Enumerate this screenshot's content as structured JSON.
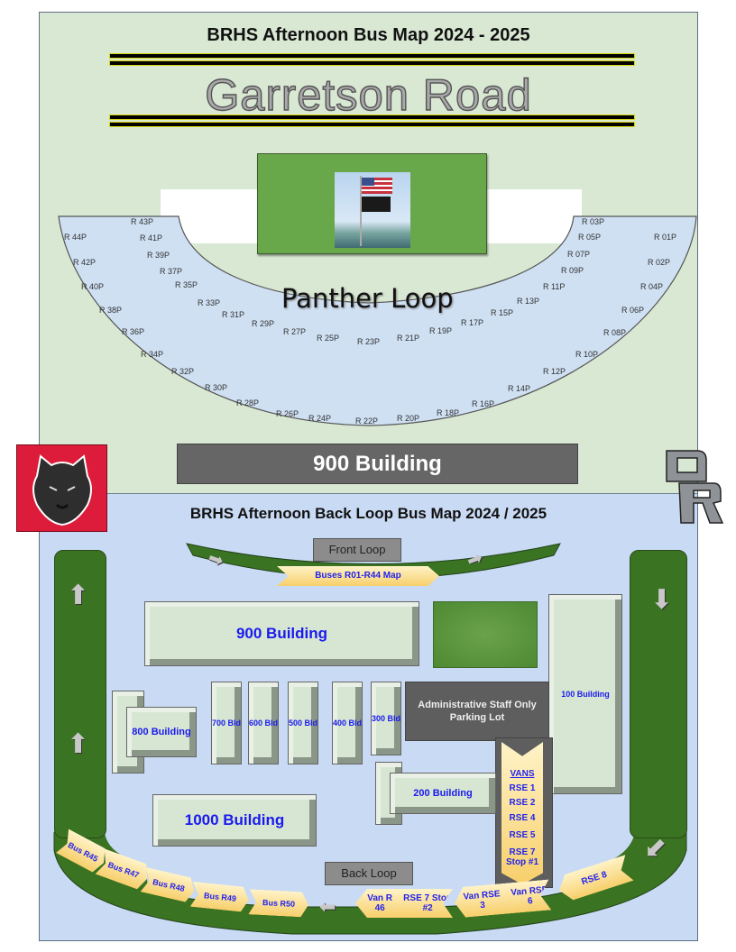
{
  "top_map": {
    "title": "BRHS Afternoon Bus Map 2024 - 2025",
    "road_name": "Garretson Road",
    "loop_name": "Panther Loop",
    "flag_image": "flag-pole-photo",
    "building_label": "900 Building",
    "outer_stops_left": [
      "R 44P",
      "R 42P",
      "R 40P",
      "R 38P",
      "R 36P",
      "R 34P",
      "R 32P",
      "R 30P",
      "R 28P",
      "R 26P",
      "R 24P",
      "R 22P"
    ],
    "inner_stops_left": [
      "R 43P",
      "R 41P",
      "R 39P",
      "R 37P",
      "R 35P",
      "R 33P",
      "R 31P",
      "R 29P",
      "R 27P",
      "R 25P",
      "R 23P"
    ],
    "inner_stops_right": [
      "R 21P",
      "R 19P",
      "R 17P",
      "R 15P",
      "R 13P",
      "R 11P",
      "R 09P",
      "R 07P",
      "R 05P",
      "R 03P"
    ],
    "outer_stops_right": [
      "R 20P",
      "R 18P",
      "R 16P",
      "R 14P",
      "R 12P",
      "R 10P",
      "R 08P",
      "R 06P",
      "R 04P",
      "R 02P",
      "R 01P"
    ]
  },
  "bottom_map": {
    "title": "BRHS Afternoon Back Loop Bus Map 2024 / 2025",
    "front_loop_label": "Front Loop",
    "front_loop_sign": "Buses R01-R44 Map",
    "back_loop_label": "Back Loop",
    "buildings": {
      "b900": "900 Building",
      "b800": "800 Building",
      "b700": "700 Bld",
      "b600": "600 Bld",
      "b500": "500 Bld",
      "b400": "400 Bld",
      "b300": "300 Bld",
      "b200": "200 Building",
      "b100": "100 Building",
      "b1000": "1000 Building"
    },
    "parking_lot": "Administrative Staff Only Parking Lot",
    "vans": {
      "header": "VANS",
      "items": [
        "RSE 1",
        "RSE 2",
        "RSE 4",
        "RSE 5",
        "RSE 7 Stop #1"
      ]
    },
    "back_loop_stops": [
      "Bus R45",
      "Bus R47",
      "Bus R48",
      "Bus R49",
      "Bus R50",
      "Van R 46",
      "RSE 7 Stop #2",
      "Van RSE 3",
      "Van RSE 6",
      "RSE 8"
    ]
  },
  "logos": {
    "left": "panther-logo",
    "right": "BR-logo"
  },
  "colors": {
    "top_bg": "#d9e8d3",
    "bottom_bg": "#c9daf4",
    "road_green": "#3a7321",
    "label_blue": "#1a1aee",
    "loop_blue": "#cfe0f3"
  }
}
